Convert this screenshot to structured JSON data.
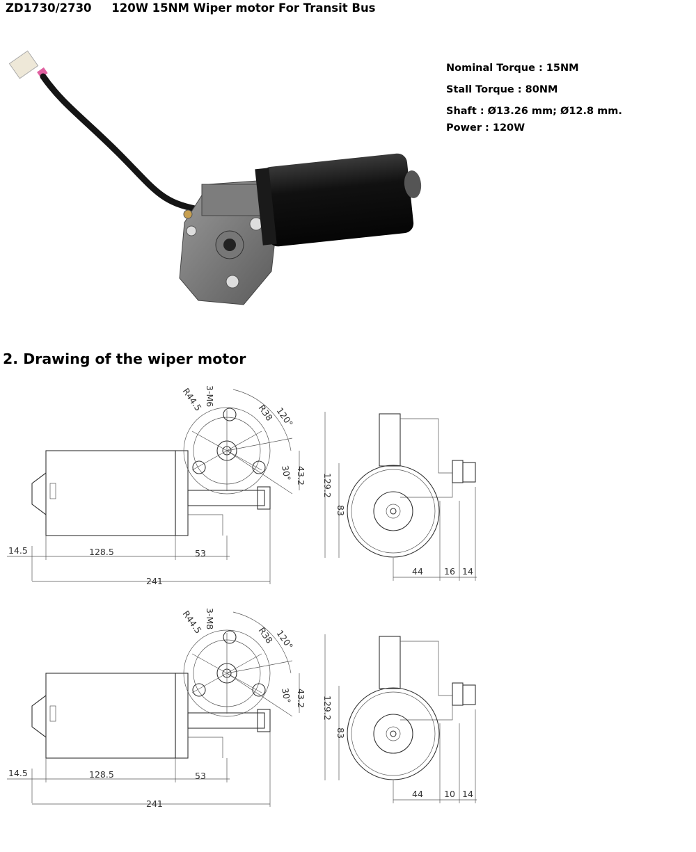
{
  "header": {
    "model": "ZD1730/2730",
    "title": "120W 15NM Wiper motor For Transit Bus"
  },
  "specs": [
    "Nominal Torque : 15NM",
    "Stall Torque : 80NM",
    "Shaft : Ø13.26 mm; Ø12.8 mm.",
    "Power : 120W"
  ],
  "section_title": "2. Drawing of the wiper motor",
  "drawings": [
    {
      "bolt_label": "3-M6",
      "radius": "R44.5",
      "r38": "R38",
      "angle": "120°",
      "angle30": "30°",
      "d432": "43.2",
      "left_ext": "14.5",
      "body_len": "128.5",
      "gear_len": "53",
      "total": "241",
      "height": "129.2",
      "dia": "83",
      "w44": "44",
      "w_mid": "16",
      "w14": "14"
    },
    {
      "bolt_label": "3-M8",
      "radius": "R44.5",
      "r38": "R38",
      "angle": "120°",
      "angle30": "30°",
      "d432": "43.2",
      "left_ext": "14.5",
      "body_len": "128.5",
      "gear_len": "53",
      "total": "241",
      "height": "129.2",
      "dia": "83",
      "w44": "44",
      "w_mid": "10",
      "w14": "14"
    }
  ]
}
